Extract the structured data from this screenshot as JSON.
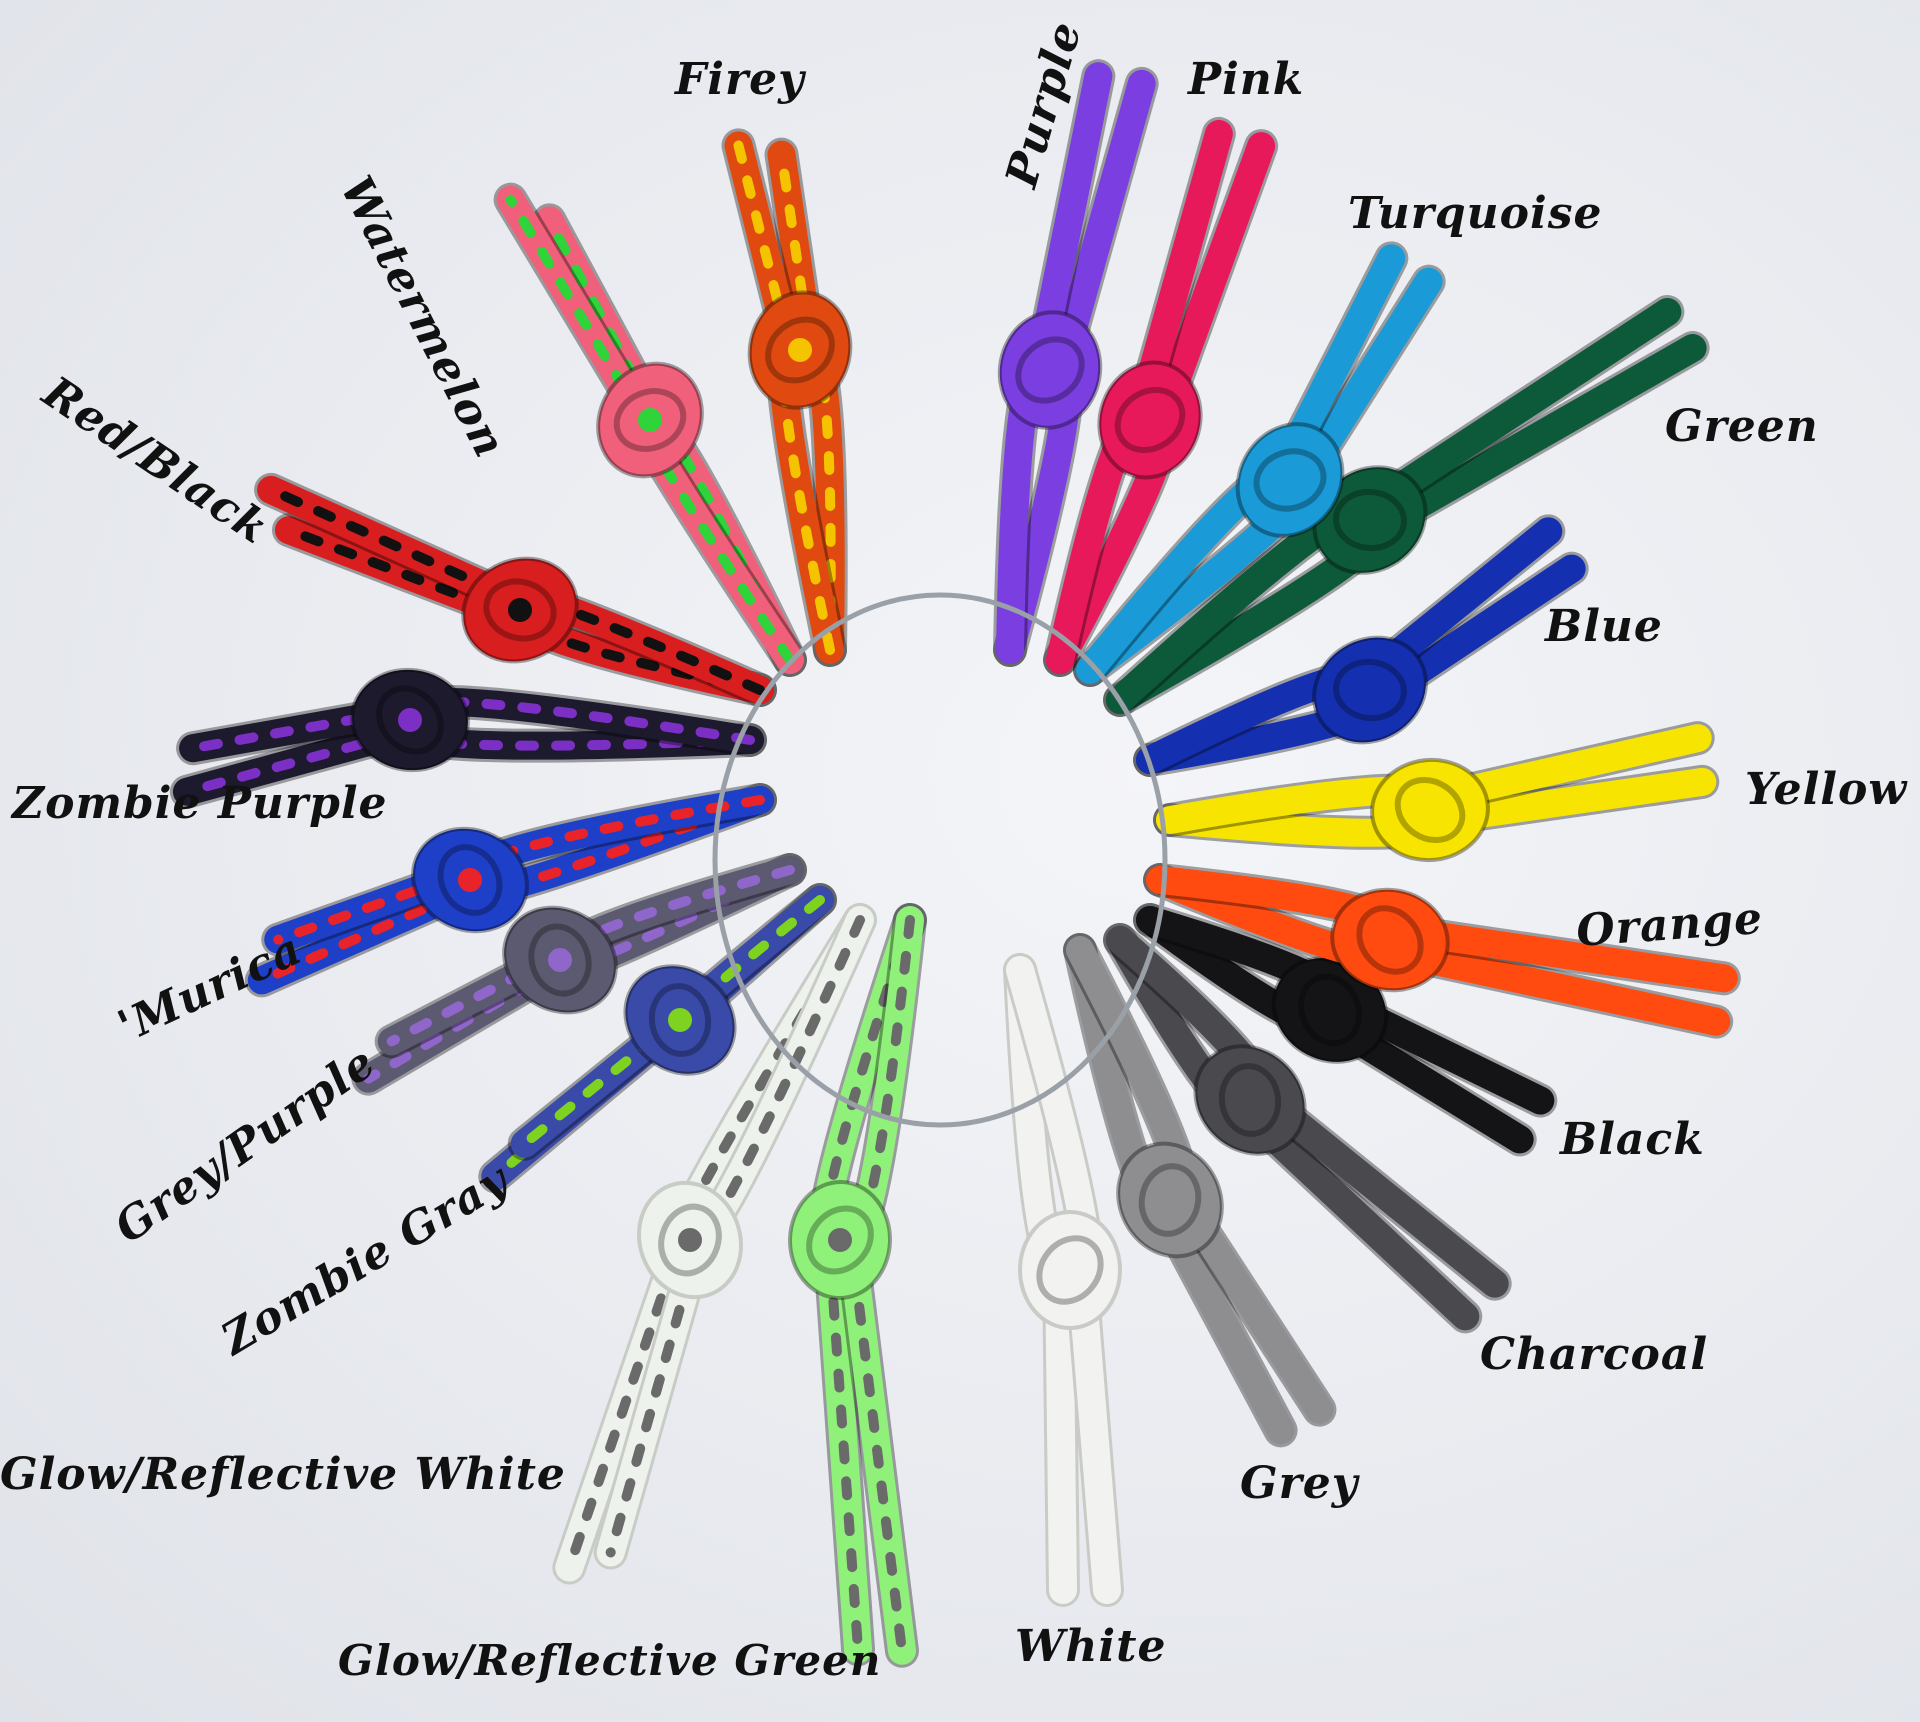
{
  "labels": {
    "firey": "Firey",
    "watermelon": "Watermelon",
    "red_black": "Red/Black",
    "zombie_purple": "Zombie Purple",
    "murica": "'Murica",
    "grey_purple": "Grey/Purple",
    "zombie_gray": "Zombie Gray",
    "glow_white": "Glow/Reflective White",
    "glow_green": "Glow/Reflective Green",
    "white": "White",
    "grey": "Grey",
    "charcoal": "Charcoal",
    "black": "Black",
    "orange": "Orange",
    "yellow": "Yellow",
    "blue": "Blue",
    "green": "Green",
    "turquoise": "Turquoise",
    "pink": "Pink",
    "purple": "Purple"
  },
  "cords": [
    {
      "id": "firey",
      "color": "#e04a10",
      "accent": "#f5c400"
    },
    {
      "id": "watermelon",
      "color": "#f0607a",
      "accent": "#2fd33a"
    },
    {
      "id": "red_black",
      "color": "#d81e1e",
      "accent": "#111111"
    },
    {
      "id": "zombie_purple",
      "color": "#1c1a2c",
      "accent": "#7b2fc4"
    },
    {
      "id": "murica",
      "color": "#1e3fc8",
      "accent": "#e8242a"
    },
    {
      "id": "grey_purple",
      "color": "#5c5a70",
      "accent": "#8f66c9"
    },
    {
      "id": "zombie_gray",
      "color": "#3a4aa8",
      "accent": "#7ed321"
    },
    {
      "id": "glow_white",
      "color": "#eef2ec",
      "accent": "#6a6a6a"
    },
    {
      "id": "glow_green",
      "color": "#8ff07a",
      "accent": "#6a6a6a"
    },
    {
      "id": "white",
      "color": "#f2f2f0",
      "accent": ""
    },
    {
      "id": "grey",
      "color": "#8e8e90",
      "accent": ""
    },
    {
      "id": "charcoal",
      "color": "#4a4a4e",
      "accent": ""
    },
    {
      "id": "black",
      "color": "#141416",
      "accent": ""
    },
    {
      "id": "orange",
      "color": "#ff4a10",
      "accent": ""
    },
    {
      "id": "yellow",
      "color": "#f7e400",
      "accent": ""
    },
    {
      "id": "blue",
      "color": "#1430b0",
      "accent": ""
    },
    {
      "id": "green",
      "color": "#0d5a3a",
      "accent": ""
    },
    {
      "id": "turquoise",
      "color": "#1a9ad6",
      "accent": ""
    },
    {
      "id": "pink",
      "color": "#e8195a",
      "accent": ""
    },
    {
      "id": "purple",
      "color": "#7b3ee0",
      "accent": ""
    }
  ]
}
